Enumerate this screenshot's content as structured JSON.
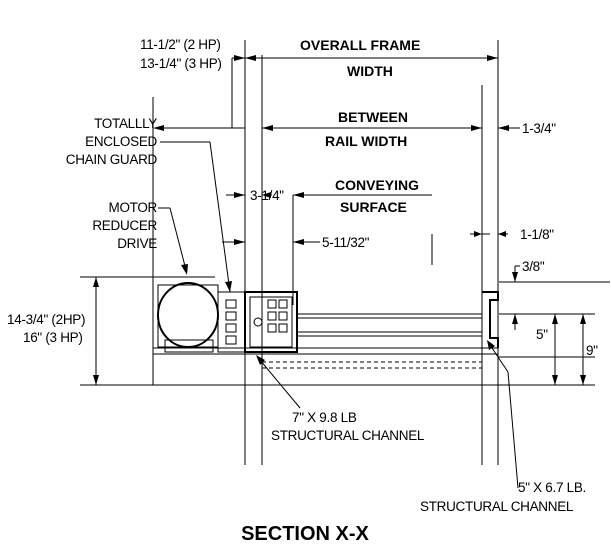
{
  "labels": {
    "chain_hp_2": "11-1/2\" (2 HP)",
    "chain_hp_3": "13-1/4\" (3 HP)",
    "overall_frame_1": "OVERALL FRAME",
    "overall_frame_2": "WIDTH",
    "between_rail_1": "BETWEEN",
    "between_rail_2": "RAIL WIDTH",
    "right_offset": "1-3/4\"",
    "chain_guard_1": "TOTALLLY",
    "chain_guard_2": "ENCLOSED",
    "chain_guard_3": "CHAIN GUARD",
    "conveying_1": "CONVEYING",
    "conveying_2": "SURFACE",
    "left_offset": "3-1/4\"",
    "motor_1": "MOTOR",
    "motor_2": "REDUCER",
    "motor_3": "DRIVE",
    "inner_offset": "5-11/32\"",
    "roller_offset": "1-1/8\"",
    "roller_top": "3/8\"",
    "height_2hp": "14-3/4\" (2HP)",
    "height_3hp": "16\" (3 HP)",
    "dim_5": "5\"",
    "dim_9": "9\"",
    "channel_7_1": "7\" X 9.8 LB",
    "channel_7_2": "STRUCTURAL CHANNEL",
    "channel_5_1": "5\" X 6.7 LB.",
    "channel_5_2": "STRUCTURAL CHANNEL"
  },
  "title": "SECTION X-X"
}
